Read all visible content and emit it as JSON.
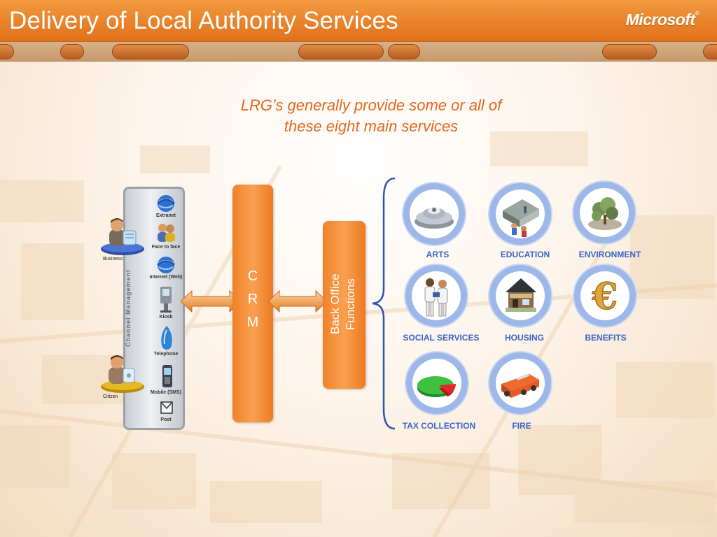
{
  "header": {
    "title": "Delivery of Local Authority Services",
    "logo": "Microsoft"
  },
  "subtitle": {
    "line1": "LRG’s generally provide some or all of",
    "line2": "these eight main services"
  },
  "channels": {
    "panel_label": "Channel Management",
    "business_label": "Business",
    "citizen_label": "Citizen",
    "items": [
      {
        "label": "Extranet",
        "icon": "globe-icon"
      },
      {
        "label": "Face to face",
        "icon": "people-icon"
      },
      {
        "label": "Internet  (Web)",
        "icon": "globe-icon"
      },
      {
        "label": "Kiosk",
        "icon": "kiosk-icon"
      },
      {
        "label": "Telephone",
        "icon": "telephone-icon"
      },
      {
        "label": "Mobile (SMS)",
        "icon": "mobile-phone-icon"
      },
      {
        "label": "Post",
        "icon": "envelope-icon"
      }
    ]
  },
  "crm": {
    "letters": [
      "C",
      "R",
      "M"
    ]
  },
  "back_office": {
    "line1": "Back Office",
    "line2": "Functions"
  },
  "services": [
    {
      "label": "ARTS",
      "icon": "theatre-icon"
    },
    {
      "label": "EDUCATION",
      "icon": "school-icon"
    },
    {
      "label": "ENVIRONMENT",
      "icon": "tree-icon"
    },
    {
      "label": "SOCIAL SERVICES",
      "icon": "people-icon"
    },
    {
      "label": "HOUSING",
      "icon": "house-icon"
    },
    {
      "label": "BENEFITS",
      "icon": "euro-icon"
    },
    {
      "label": "TAX COLLECTION",
      "icon": "pie-chart-icon"
    },
    {
      "label": "FIRE",
      "icon": "fire-engine-icon"
    }
  ],
  "colors": {
    "header": "#e8801f",
    "accent_orange": "#f08a2c",
    "service_blue": "#3a64c8",
    "circle_blue": "#9db7e8"
  }
}
